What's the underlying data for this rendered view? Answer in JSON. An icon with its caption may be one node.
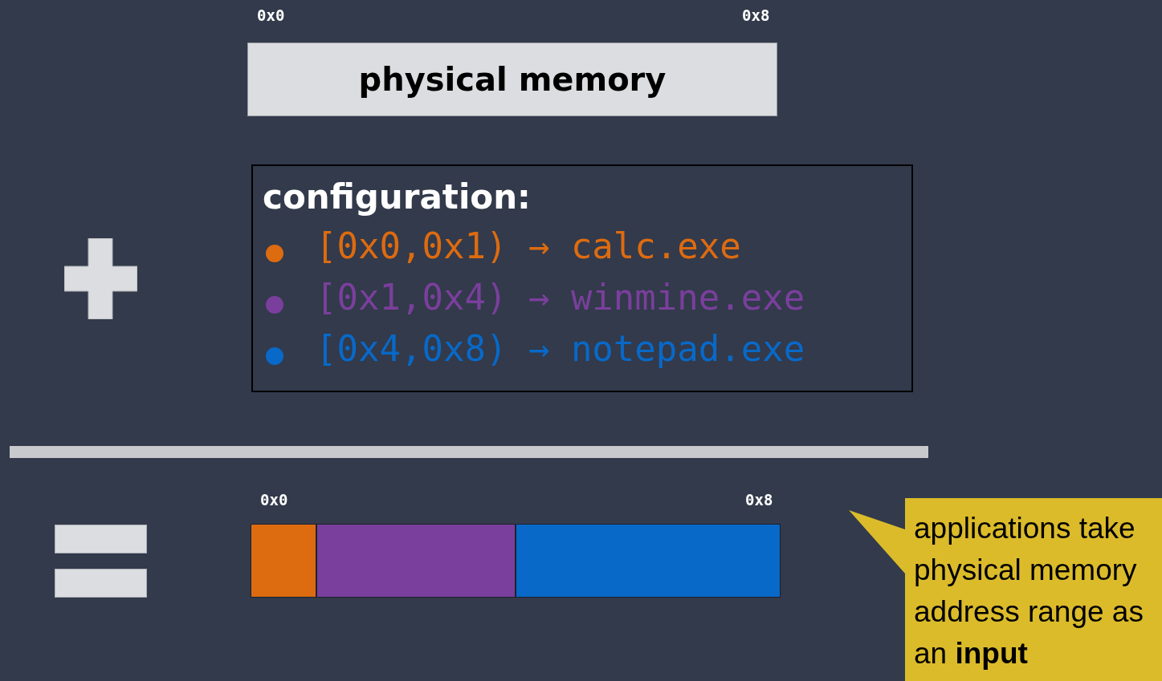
{
  "diagram": {
    "nodes": [
      {
        "text": [
          "physical memory"
        ]
      },
      {
        "text": [
          "configuration:"
        ]
      },
      {
        "text": [],
        "shape": "line"
      },
      {
        "text": [],
        "shape": "bar"
      },
      {
        "text": [],
        "shape": "bar"
      },
      {
        "text": [],
        "shape": "bar"
      },
      {
        "text": [
          "applications take physical memory address range as an **input**"
        ]
      }
    ],
    "labels": [
      "0x0",
      "0x8",
      "0x0",
      "0x8"
    ],
    "legend": [
      {
        "text": "[0x0,0x1) → calc.exe",
        "color": "#dd6b10"
      },
      {
        "text": "[0x1,0x4) → winmine.exe",
        "color": "#7a3f9c"
      },
      {
        "text": "[0x4,0x8) → notepad.exe",
        "color": "#0869c8"
      }
    ]
  }
}
